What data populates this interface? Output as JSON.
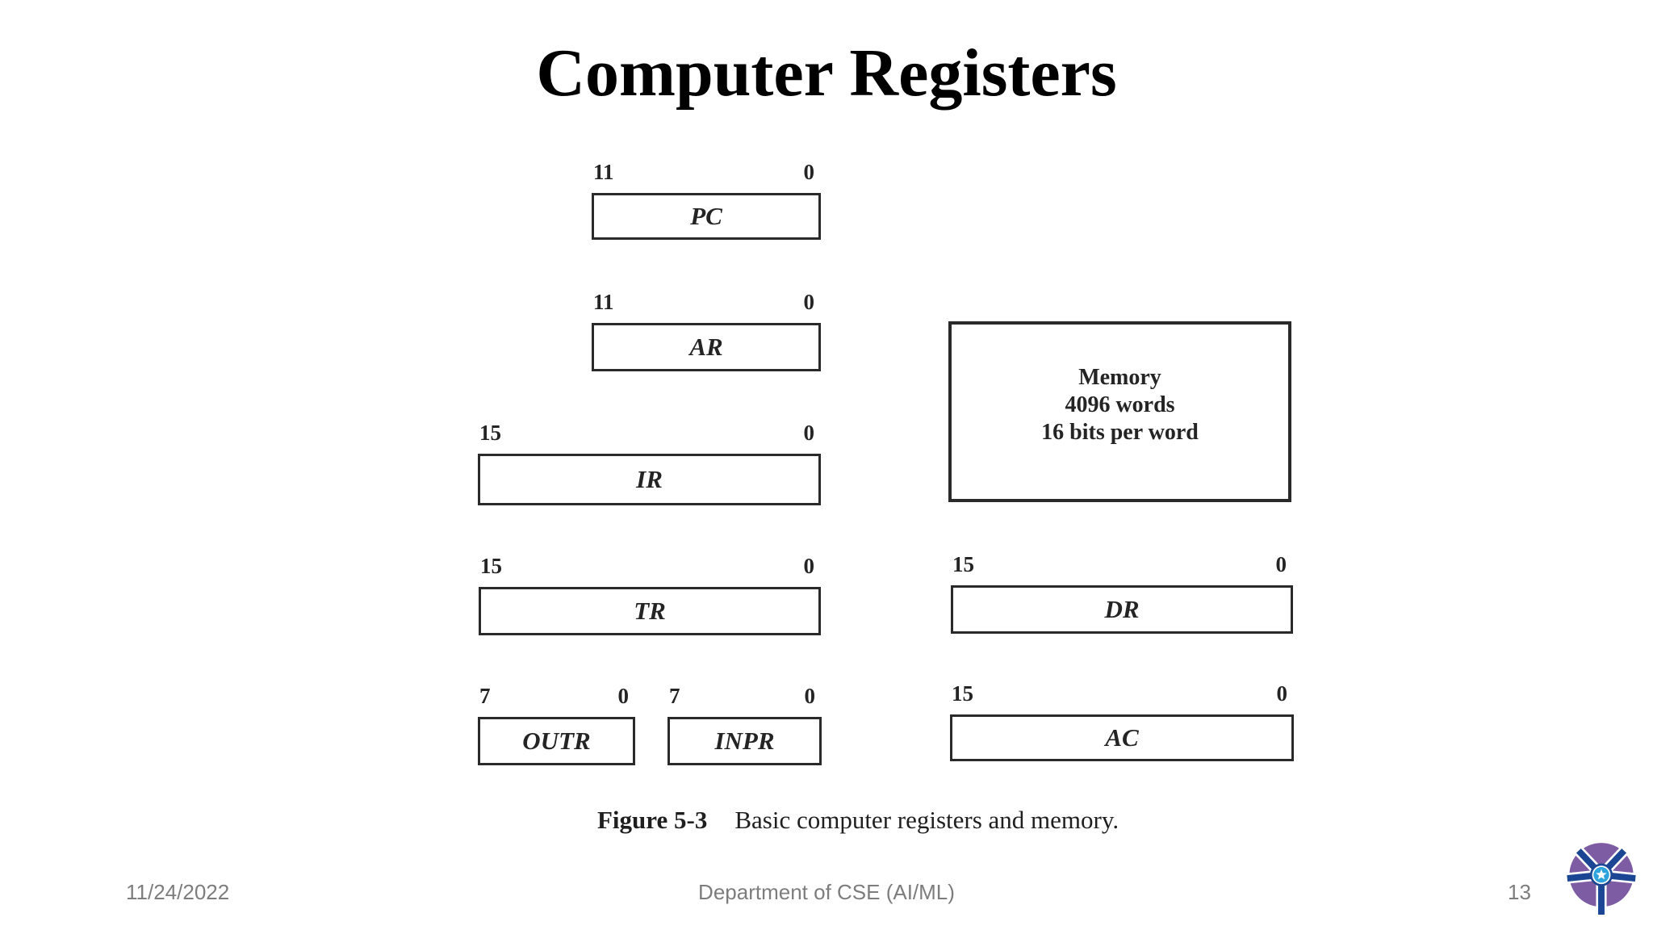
{
  "slide": {
    "title": "Computer Registers"
  },
  "figure": {
    "registers": [
      {
        "name": "PC",
        "hi": "11",
        "lo": "0"
      },
      {
        "name": "AR",
        "hi": "11",
        "lo": "0"
      },
      {
        "name": "IR",
        "hi": "15",
        "lo": "0"
      },
      {
        "name": "TR",
        "hi": "15",
        "lo": "0"
      },
      {
        "name": "DR",
        "hi": "15",
        "lo": "0"
      },
      {
        "name": "OUTR",
        "hi": "7",
        "lo": "0"
      },
      {
        "name": "INPR",
        "hi": "7",
        "lo": "0"
      },
      {
        "name": "AC",
        "hi": "15",
        "lo": "0"
      }
    ],
    "memory": {
      "title": "Memory",
      "line2": "4096 words",
      "line3": "16 bits per word"
    },
    "caption": {
      "label": "Figure 5-3",
      "text": "Basic computer registers and memory."
    }
  },
  "footer": {
    "date": "11/24/2022",
    "department": "Department of CSE (AI/ML)",
    "page_number": "13"
  },
  "colors": {
    "logo_purple": "#7d5ca3",
    "logo_blue": "#1a4693",
    "logo_light_blue": "#2ea3dc",
    "footer_gray": "#7d7d7d",
    "diagram_ink": "#2a2a2a"
  }
}
